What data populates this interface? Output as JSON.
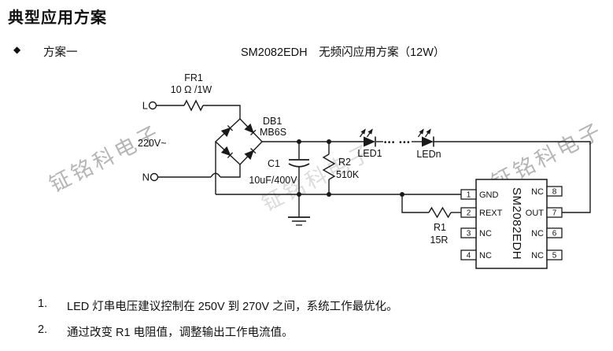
{
  "header": {
    "title": "典型应用方案",
    "bullet": "◆",
    "scheme_label": "方案一",
    "subtitle": "SM2082EDH　无频闪应用方案（12W）"
  },
  "watermark": {
    "text": "钲铭科电子"
  },
  "circuit": {
    "input": {
      "line_label": "L",
      "neutral_label": "N",
      "voltage": "220V~"
    },
    "components": {
      "fr1_ref": "FR1",
      "fr1_value": "10 Ω /1W",
      "db1_ref": "DB1",
      "db1_value": "MB6S",
      "c1_ref": "C1",
      "c1_value": "10uF/400V",
      "r2_ref": "R2",
      "r2_value": "510K",
      "r1_ref": "R1",
      "r1_value": "15R",
      "led_first": "LED1",
      "led_last": "LEDn",
      "led_dots": "••• •••"
    },
    "ic": {
      "name": "SM2082EDH",
      "left_pins": [
        {
          "num": "1",
          "name": "GND"
        },
        {
          "num": "2",
          "name": "REXT"
        },
        {
          "num": "3",
          "name": "NC"
        },
        {
          "num": "4",
          "name": "NC"
        }
      ],
      "right_pins": [
        {
          "num": "8",
          "name": "NC"
        },
        {
          "num": "7",
          "name": "OUT"
        },
        {
          "num": "6",
          "name": "NC"
        },
        {
          "num": "5",
          "name": "NC"
        }
      ]
    }
  },
  "notes": [
    {
      "num": "1.",
      "text": "LED 灯串电压建议控制在 250V 到 270V 之间，系统工作最优化。"
    },
    {
      "num": "2.",
      "text": "通过改变 R1 电阻值，调整输出工作电流值。"
    }
  ],
  "colors": {
    "line": "#1a1a1a",
    "watermark": "#b9b9b9"
  }
}
